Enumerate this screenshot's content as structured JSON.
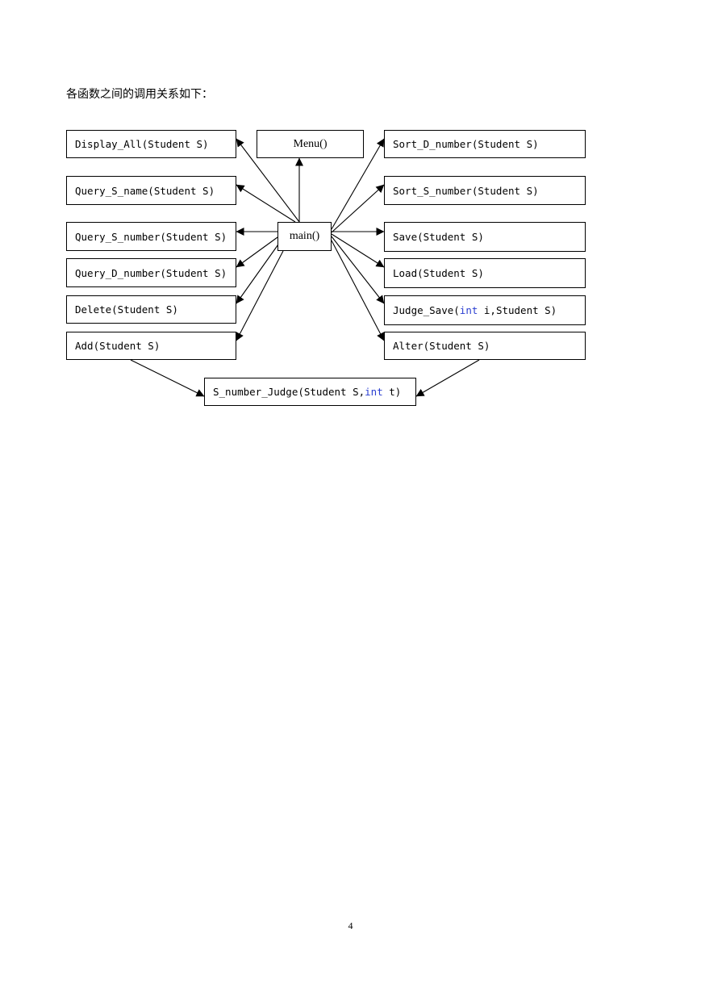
{
  "intro": "各函数之间的调用关系如下：",
  "nodes": {
    "display_all": "Display_All(Student S)",
    "menu": "Menu()",
    "sort_d_number": "Sort_D_number(Student S)",
    "query_s_name": "Query_S_name(Student S)",
    "sort_s_number": "Sort_S_number(Student S)",
    "query_s_number": "Query_S_number(Student S)",
    "main": "main()",
    "save": "Save(Student S)",
    "query_d_number": "Query_D_number(Student S)",
    "load": "Load(Student S)",
    "delete": "Delete(Student S)",
    "judge_save": {
      "prefix": "Judge_Save(",
      "keyword": "int",
      "suffix": " i,Student S)"
    },
    "add": "Add(Student S)",
    "alter": "Alter(Student S)",
    "s_number_judge": {
      "prefix": "S_number_Judge(Student S,",
      "keyword": "int",
      "suffix": " t)"
    }
  },
  "edges": [
    {
      "from": "main",
      "to": "display_all"
    },
    {
      "from": "main",
      "to": "menu"
    },
    {
      "from": "main",
      "to": "sort_d_number"
    },
    {
      "from": "main",
      "to": "query_s_name"
    },
    {
      "from": "main",
      "to": "sort_s_number"
    },
    {
      "from": "main",
      "to": "query_s_number"
    },
    {
      "from": "main",
      "to": "save"
    },
    {
      "from": "main",
      "to": "query_d_number"
    },
    {
      "from": "main",
      "to": "load"
    },
    {
      "from": "main",
      "to": "delete"
    },
    {
      "from": "main",
      "to": "judge_save"
    },
    {
      "from": "main",
      "to": "add"
    },
    {
      "from": "main",
      "to": "alter"
    },
    {
      "from": "add",
      "to": "s_number_judge"
    },
    {
      "from": "alter",
      "to": "s_number_judge"
    }
  ],
  "colors": {
    "keyword": "#2b3fd1",
    "line": "#000000"
  },
  "page_number": "4"
}
